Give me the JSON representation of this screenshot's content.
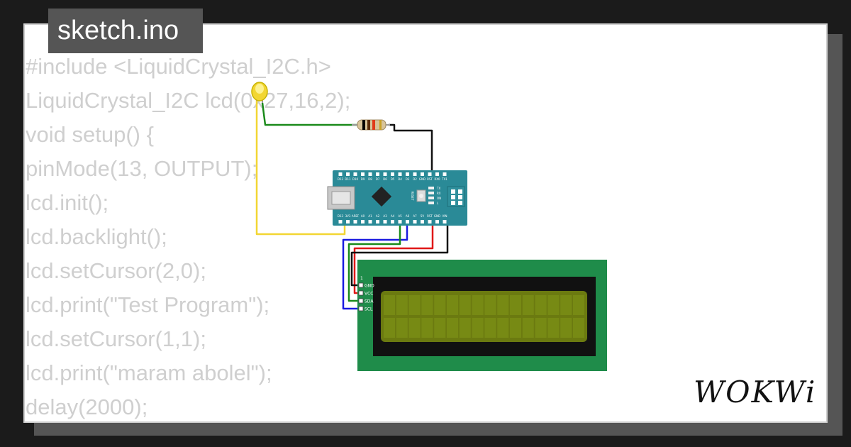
{
  "tab": {
    "title": "sketch.ino"
  },
  "code_lines": [
    "#include <LiquidCrystal_I2C.h>",
    "LiquidCrystal_I2C lcd(0x27,16,2);",
    "void setup() {",
    "pinMode(13, OUTPUT);",
    "lcd.init();",
    "lcd.backlight();",
    "lcd.setCursor(2,0);",
    "lcd.print(\"Test Program\");",
    "lcd.setCursor(1,1);",
    "lcd.print(\"maram abolel\");",
    "delay(2000);"
  ],
  "brand": {
    "logo": "WOKWi"
  },
  "board": {
    "top_pins": [
      "D12",
      "D11",
      "D10",
      "D9",
      "D8",
      "D7",
      "D6",
      "D5",
      "D4",
      "D3",
      "D2",
      "GND",
      "RST",
      "RX0",
      "TX1"
    ],
    "bottom_pins": [
      "D13",
      "3V3",
      "AREF",
      "A0",
      "A1",
      "A2",
      "A3",
      "A4",
      "A5",
      "A6",
      "A7",
      "5V",
      "RST",
      "GND",
      "VIN"
    ],
    "leds": [
      "TX",
      "RX",
      "ON",
      "L"
    ],
    "reset_label": "RESET"
  },
  "lcd_pins": [
    "GND",
    "VCC",
    "SDA",
    "SCL"
  ],
  "lcd_pin1_label": "1",
  "colors": {
    "arduino": "#2a8a97",
    "lcd_board": "#1f8c4a",
    "lcd_screen": "#6b7a10",
    "wire_green": "#1a8a1a",
    "wire_yellow": "#f2d633",
    "wire_red": "#e01818",
    "wire_blue": "#1a1ae0",
    "wire_black": "#111111"
  },
  "icons": {
    "usb": "usb-connector-icon",
    "chip": "microcontroller-chip-icon",
    "led": "led-bulb-icon"
  }
}
